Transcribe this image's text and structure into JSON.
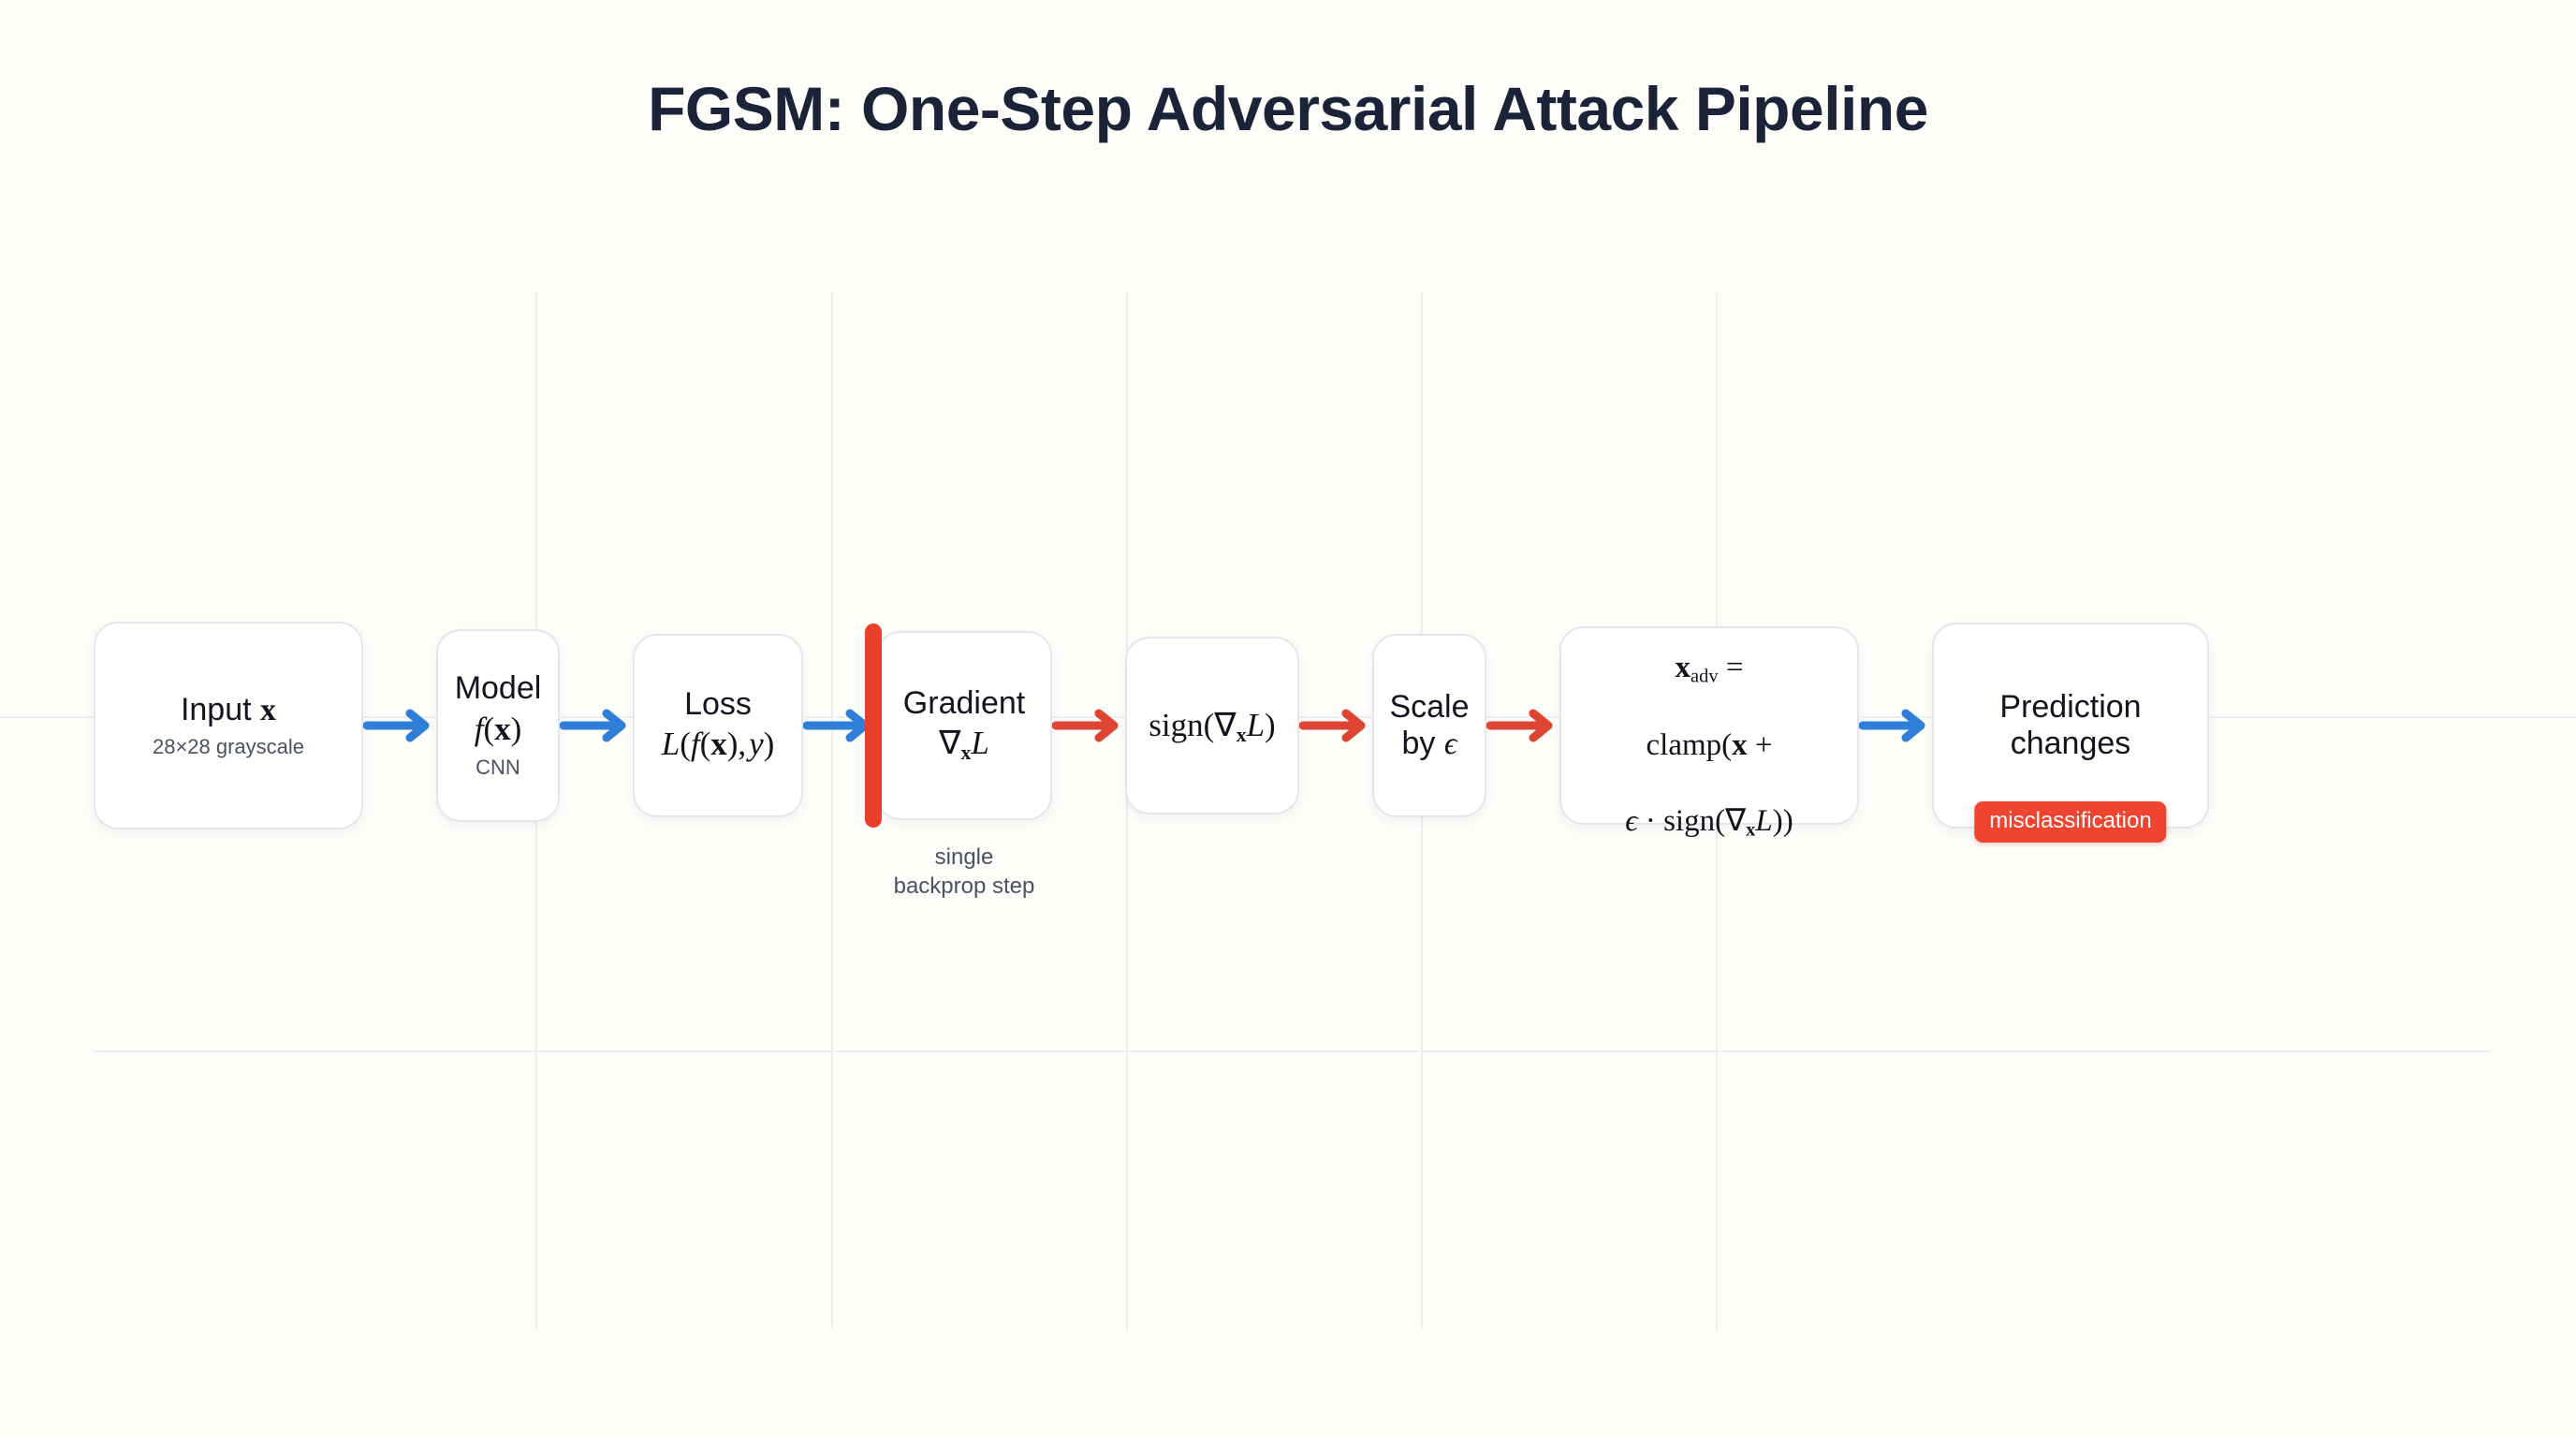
{
  "title": "FGSM: One-Step Adversarial Attack Pipeline",
  "colors": {
    "background": "#fdfdfa",
    "title": "#1b2338",
    "node_border": "#e3e6ec",
    "grid": "#eceef2",
    "arrow_blue": "#2f7ed8",
    "arrow_red": "#de4433",
    "accent_red": "#e8402a",
    "badge_red": "#ef4530"
  },
  "nodes": [
    {
      "id": "input",
      "title": "Input x",
      "math": "",
      "sub": "28×28 grayscale",
      "accent": false,
      "caption": "",
      "badge": ""
    },
    {
      "id": "model",
      "title": "Model",
      "math": "f(x)",
      "sub": "CNN",
      "accent": false,
      "caption": "",
      "badge": ""
    },
    {
      "id": "loss",
      "title": "Loss",
      "math": "L(f(x), y)",
      "sub": "",
      "accent": false,
      "caption": "",
      "badge": ""
    },
    {
      "id": "gradient",
      "title": "Gradient",
      "math": "∇ₓL",
      "sub": "",
      "accent": true,
      "caption": "single\nbackprop step",
      "badge": ""
    },
    {
      "id": "sign",
      "title": "",
      "math": "sign(∇ₓL)",
      "sub": "",
      "accent": false,
      "caption": "",
      "badge": ""
    },
    {
      "id": "scale",
      "title": "Scale\nby ϵ",
      "math": "",
      "sub": "",
      "accent": false,
      "caption": "",
      "badge": ""
    },
    {
      "id": "adversarial",
      "title": "",
      "math": "xₐᵈᵛ =\nclamp(x +\nϵ · sign(∇ₓL))",
      "sub": "",
      "accent": false,
      "caption": "",
      "badge": ""
    },
    {
      "id": "prediction",
      "title": "Prediction\nchanges",
      "math": "",
      "sub": "",
      "accent": false,
      "caption": "",
      "badge": "misclassification"
    }
  ],
  "arrows": [
    {
      "from": "input",
      "to": "model",
      "color": "blue"
    },
    {
      "from": "model",
      "to": "loss",
      "color": "blue"
    },
    {
      "from": "loss",
      "to": "gradient",
      "color": "blue"
    },
    {
      "from": "gradient",
      "to": "sign",
      "color": "red"
    },
    {
      "from": "sign",
      "to": "scale",
      "color": "red"
    },
    {
      "from": "scale",
      "to": "adversarial",
      "color": "red"
    },
    {
      "from": "adversarial",
      "to": "prediction",
      "color": "blue"
    }
  ]
}
